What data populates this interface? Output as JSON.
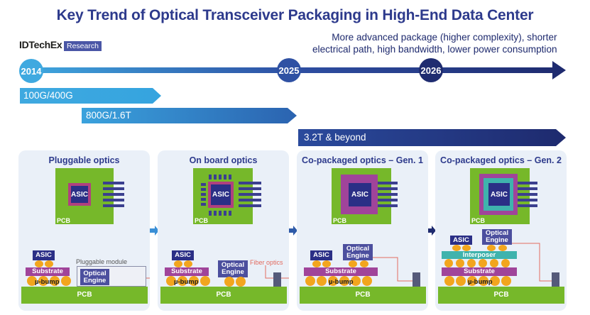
{
  "title": "Key Trend of Optical Transceiver Packaging in High-End Data Center",
  "logo": {
    "name": "IDTechEx",
    "badge": "Research"
  },
  "note": "More advanced package (higher complexity), shorter\nelectrical path, high bandwidth, lower power consumption",
  "timeline": {
    "years": [
      "2014",
      "2025",
      "2026"
    ]
  },
  "phases": [
    "100G/400G",
    "800G/1.6T",
    "3.2T & beyond"
  ],
  "panels": [
    {
      "title": "Pluggable optics",
      "top_label": "PCB",
      "chip": "ASIC",
      "asic": "ASIC",
      "substrate": "Substrate",
      "ubump": "µ-bump",
      "module": "Pluggable module",
      "engine": "Optical Engine",
      "pcb": "PCB"
    },
    {
      "title": "On board optics",
      "top_label": "PCB",
      "chip": "ASIC",
      "asic": "ASIC",
      "substrate": "Substrate",
      "ubump": "µ-bump",
      "engine": "Optical Engine",
      "fiber": "Fiber optics",
      "pcb": "PCB"
    },
    {
      "title": "Co-packaged optics – Gen. 1",
      "top_label": "PCB",
      "chip": "ASIC",
      "asic": "ASIC",
      "engine": "Optical Engine",
      "substrate": "Substrate",
      "ubump": "µ-bump",
      "pcb": "PCB"
    },
    {
      "title": "Co-packaged optics – Gen. 2",
      "top_label": "PCB",
      "chip": "ASIC",
      "asic": "ASIC",
      "engine": "Optical Engine",
      "interposer": "Interposer",
      "substrate": "Substrate",
      "ubump": "µ-bump",
      "pcb": "PCB"
    }
  ],
  "colors": {
    "title": "#2d3a8c",
    "pcb_green": "#76b82a",
    "asic": "#2b2f86",
    "asic_ring": "#b0407f",
    "substrate": "#a0449a",
    "bump": "#f2a51e",
    "interposer": "#3fb3ad",
    "engine": "#4c4f9e",
    "fiber": "#e36b5f",
    "panel_bg": "#eaf0f8"
  }
}
